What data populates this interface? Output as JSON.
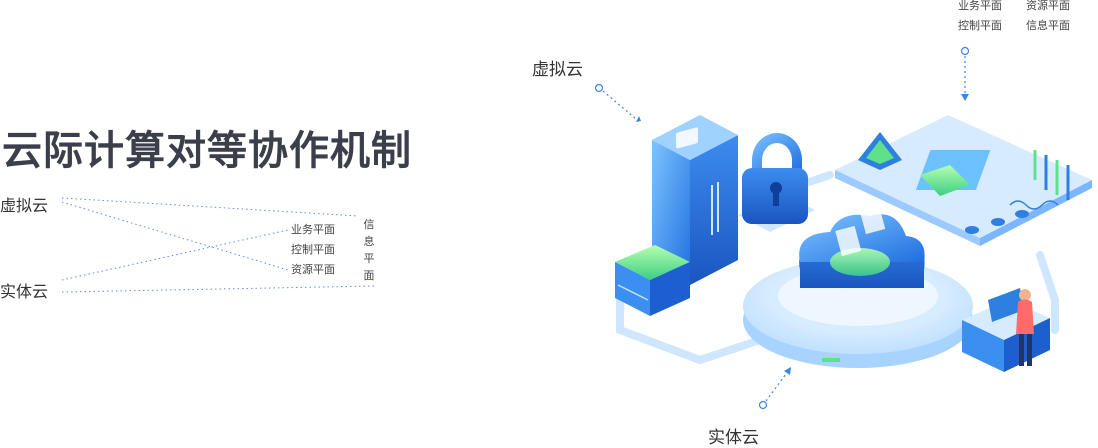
{
  "title": "云际计算对等协作机制",
  "left_diagram": {
    "virtual_cloud": "虚拟云",
    "physical_cloud": "实体云",
    "planes": [
      "业务平面",
      "控制平面",
      "资源平面"
    ],
    "info_plane_chars": [
      "信",
      "息",
      "平",
      "面"
    ]
  },
  "illustration": {
    "virtual_cloud_label": "虚拟云",
    "physical_cloud_label": "实体云",
    "top_planes_left": [
      "业务平面",
      "控制平面"
    ],
    "top_planes_right": [
      "资源平面",
      "信息平面"
    ]
  },
  "colors": {
    "accent": "#2f7fe0",
    "title": "#3a3f4b",
    "green": "#5fe08a"
  }
}
